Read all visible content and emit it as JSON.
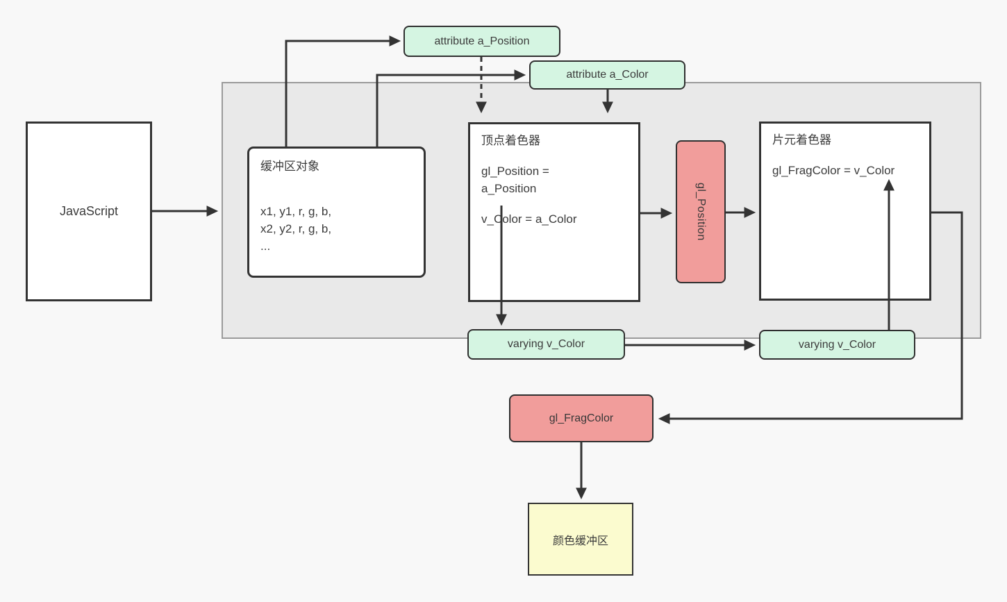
{
  "diagram": {
    "javascript": {
      "label": "JavaScript"
    },
    "buffer_object": {
      "title": "缓冲区对象",
      "lines": [
        "x1, y1, r, g, b,",
        "x2, y2, r, g, b,",
        "..."
      ]
    },
    "attribute_position": {
      "label": "attribute a_Position"
    },
    "attribute_color": {
      "label": "attribute a_Color"
    },
    "vertex_shader": {
      "title": "顶点着色器",
      "code_line1": "gl_Position =",
      "code_line2": "a_Position",
      "code_line3": "v_Color = a_Color"
    },
    "gl_position": {
      "label": "gl_Position"
    },
    "fragment_shader": {
      "title": "片元着色器",
      "code": "gl_FragColor = v_Color"
    },
    "varying_left": {
      "label": "varying v_Color"
    },
    "varying_right": {
      "label": "varying v_Color"
    },
    "gl_fragcolor": {
      "label": "gl_FragColor"
    },
    "color_buffer": {
      "label": "颜色缓冲区"
    },
    "colors": {
      "mint_fill": "#d5f5e2",
      "pink_fill": "#f19d9b",
      "yellow_fill": "#fbfbcf",
      "panel_gray_fill": "#e9e9e9",
      "panel_gray_border": "#9a9a9a",
      "stroke": "#333333",
      "background": "#f8f8f8"
    }
  }
}
